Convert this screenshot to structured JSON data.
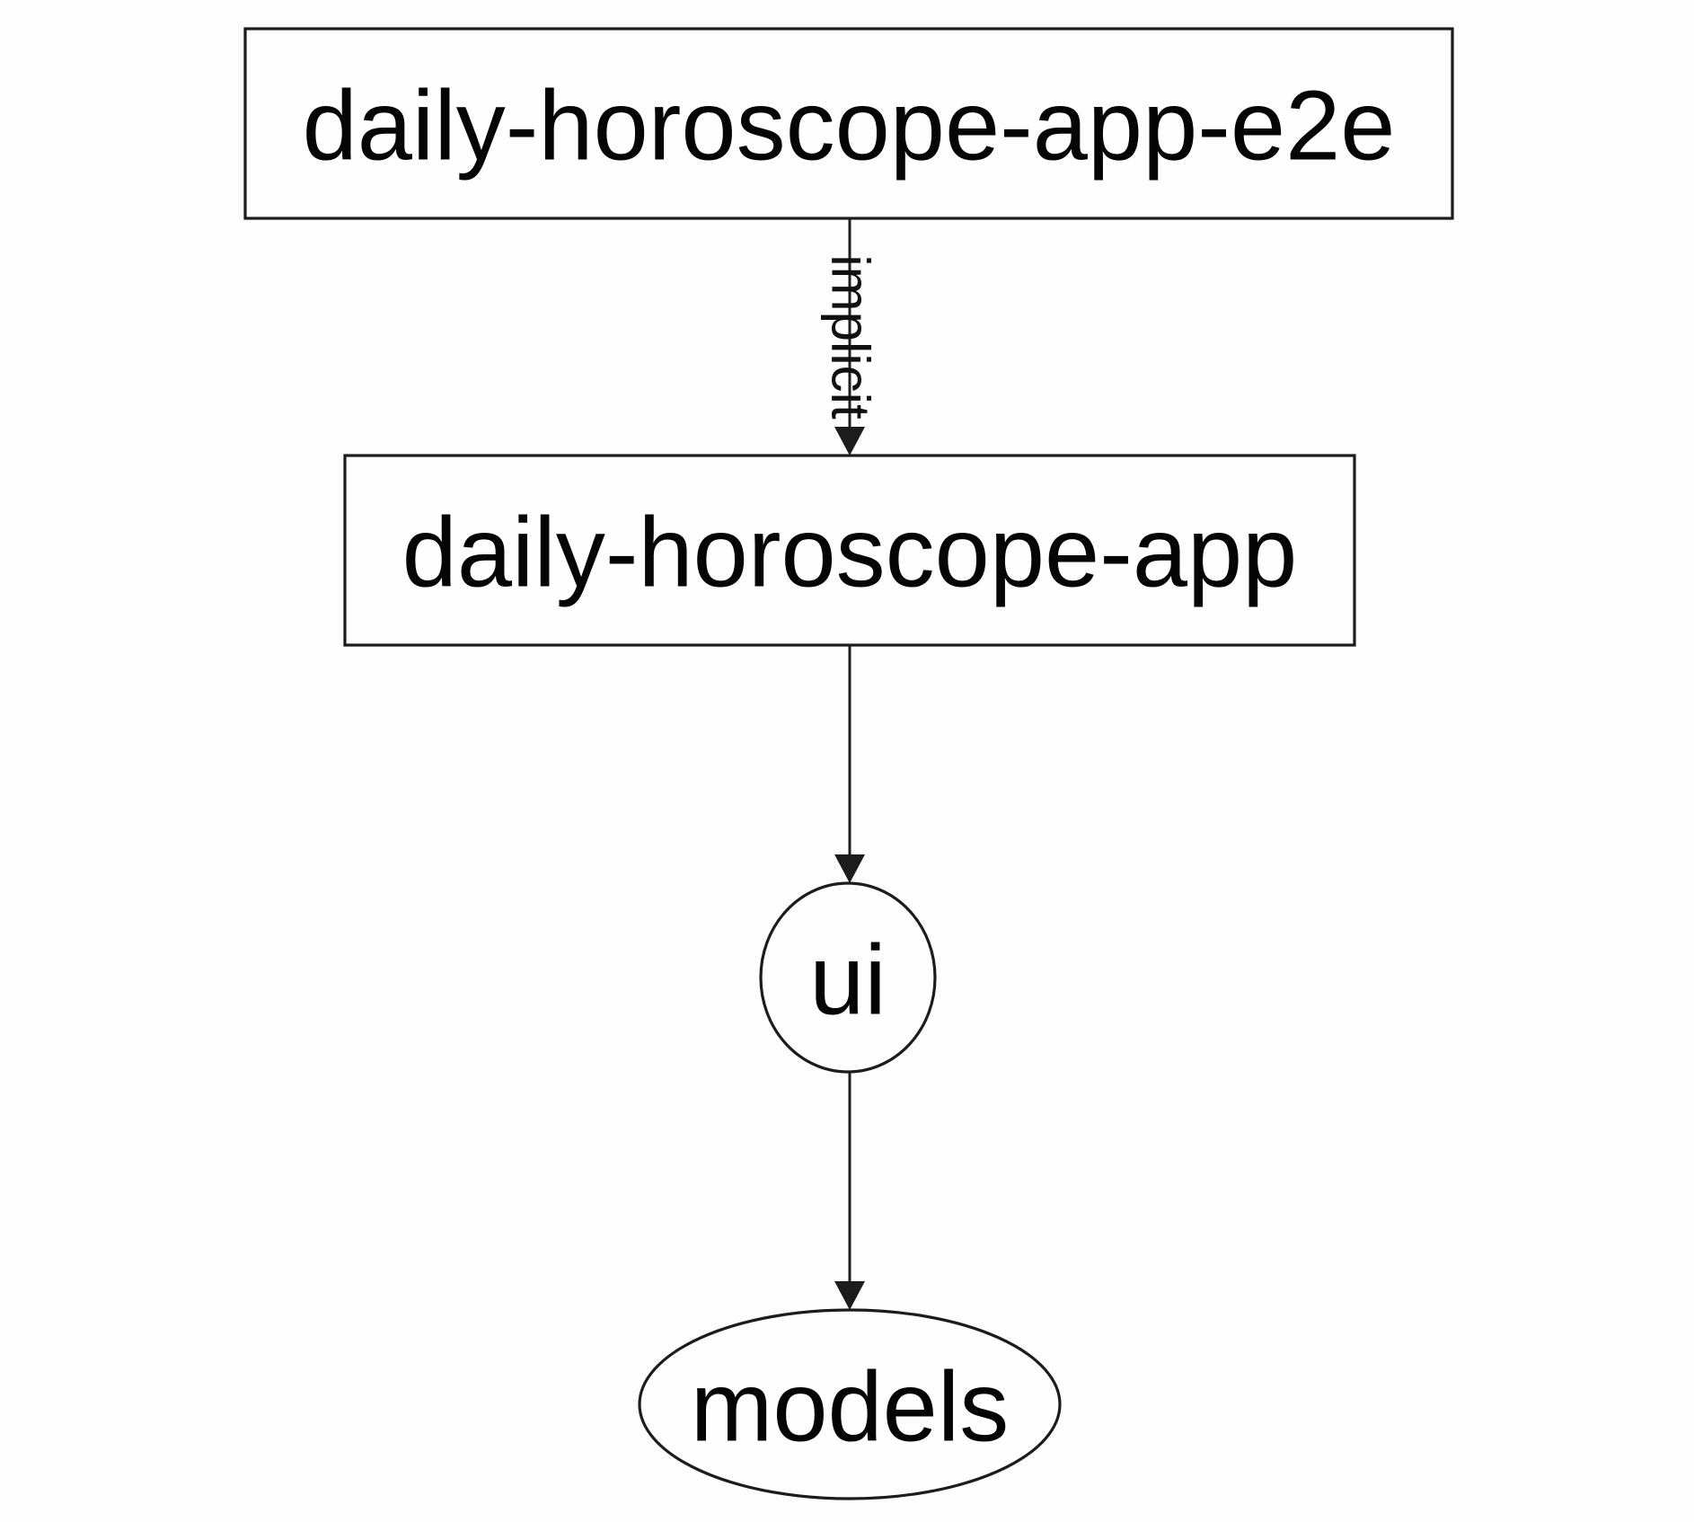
{
  "diagram": {
    "type": "dependency-graph",
    "background_color": "#fdfdfd",
    "node_fill_color": "#fefefe",
    "stroke_color": "#1c1c1c",
    "text_color": "#050505",
    "nodes": [
      {
        "id": "daily-horoscope-app-e2e",
        "label": "daily-horoscope-app-e2e",
        "shape": "rectangle"
      },
      {
        "id": "daily-horoscope-app",
        "label": "daily-horoscope-app",
        "shape": "rectangle"
      },
      {
        "id": "ui",
        "label": "ui",
        "shape": "ellipse"
      },
      {
        "id": "models",
        "label": "models",
        "shape": "ellipse"
      }
    ],
    "edges": [
      {
        "from": "daily-horoscope-app-e2e",
        "to": "daily-horoscope-app",
        "label": "implicit",
        "arrow": "down"
      },
      {
        "from": "daily-horoscope-app",
        "to": "ui",
        "label": "",
        "arrow": "down"
      },
      {
        "from": "ui",
        "to": "models",
        "label": "",
        "arrow": "down"
      }
    ]
  }
}
